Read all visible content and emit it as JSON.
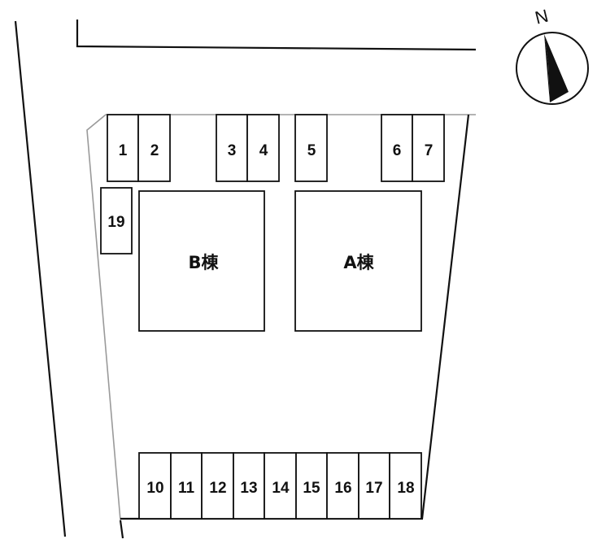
{
  "compass": {
    "label": "N"
  },
  "buildings": {
    "b": "B棟",
    "a": "A棟"
  },
  "spaces": {
    "s1": "1",
    "s2": "2",
    "s3": "3",
    "s4": "4",
    "s5": "5",
    "s6": "6",
    "s7": "7",
    "s19": "19",
    "s10": "10",
    "s11": "11",
    "s12": "12",
    "s13": "13",
    "s14": "14",
    "s15": "15",
    "s16": "16",
    "s17": "17",
    "s18": "18"
  }
}
